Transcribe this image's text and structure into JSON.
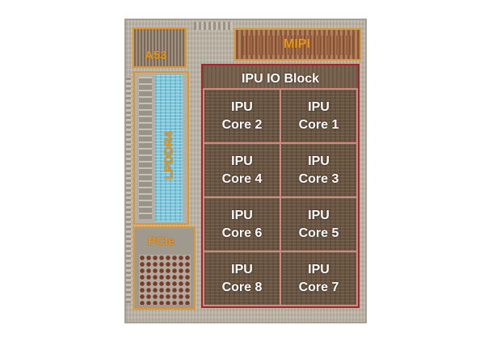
{
  "labels": {
    "a53": "A53",
    "mipi": "MIPI",
    "lpddr4": "LPDDR4",
    "pcie": "PCIe",
    "io_block": "IPU IO Block"
  },
  "cores": [
    {
      "line1": "IPU",
      "line2": "Core 2"
    },
    {
      "line1": "IPU",
      "line2": "Core 1"
    },
    {
      "line1": "IPU",
      "line2": "Core 4"
    },
    {
      "line1": "IPU",
      "line2": "Core 3"
    },
    {
      "line1": "IPU",
      "line2": "Core 6"
    },
    {
      "line1": "IPU",
      "line2": "Core 5"
    },
    {
      "line1": "IPU",
      "line2": "Core 8"
    },
    {
      "line1": "IPU",
      "line2": "Core 7"
    }
  ],
  "colors": {
    "peripheral_outline": "#e0952e",
    "ipu_outline": "#a0282a",
    "core_divider": "#d48880",
    "label_orange": "#e7951e"
  }
}
